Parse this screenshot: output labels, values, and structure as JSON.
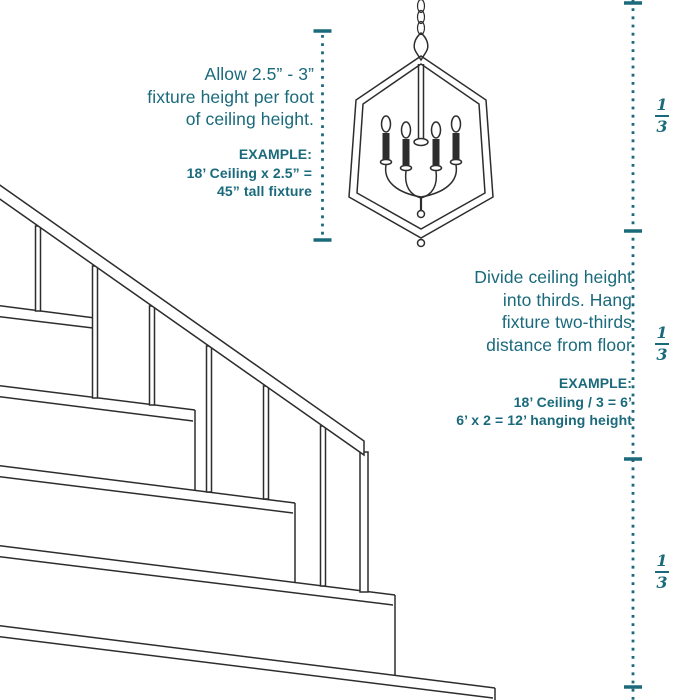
{
  "colors": {
    "accent": "#1a6a7c",
    "ink": "#2d2d2d",
    "background": "#ffffff"
  },
  "sections": {
    "fixture_height": {
      "instruction_lines": [
        "Allow 2.5” - 3”",
        "fixture height per foot",
        "of ceiling height."
      ],
      "example_title": "EXAMPLE:",
      "example_lines": [
        "18’ Ceiling x 2.5” =",
        "45” tall fixture"
      ]
    },
    "hanging_height": {
      "instruction_lines": [
        "Divide ceiling height",
        "into thirds. Hang",
        "fixture two-thirds",
        "distance from floor"
      ],
      "example_title": "EXAMPLE:",
      "example_lines": [
        "18’ Ceiling / 3 = 6’",
        "6’ x 2 = 12’ hanging height"
      ]
    },
    "thirds_labels": [
      {
        "numerator": "1",
        "denominator": "3"
      },
      {
        "numerator": "1",
        "denominator": "3"
      },
      {
        "numerator": "1",
        "denominator": "3"
      }
    ]
  },
  "illustrations": {
    "chandelier": "lantern-cage-chandelier",
    "staircase": "staircase-with-handrail"
  }
}
